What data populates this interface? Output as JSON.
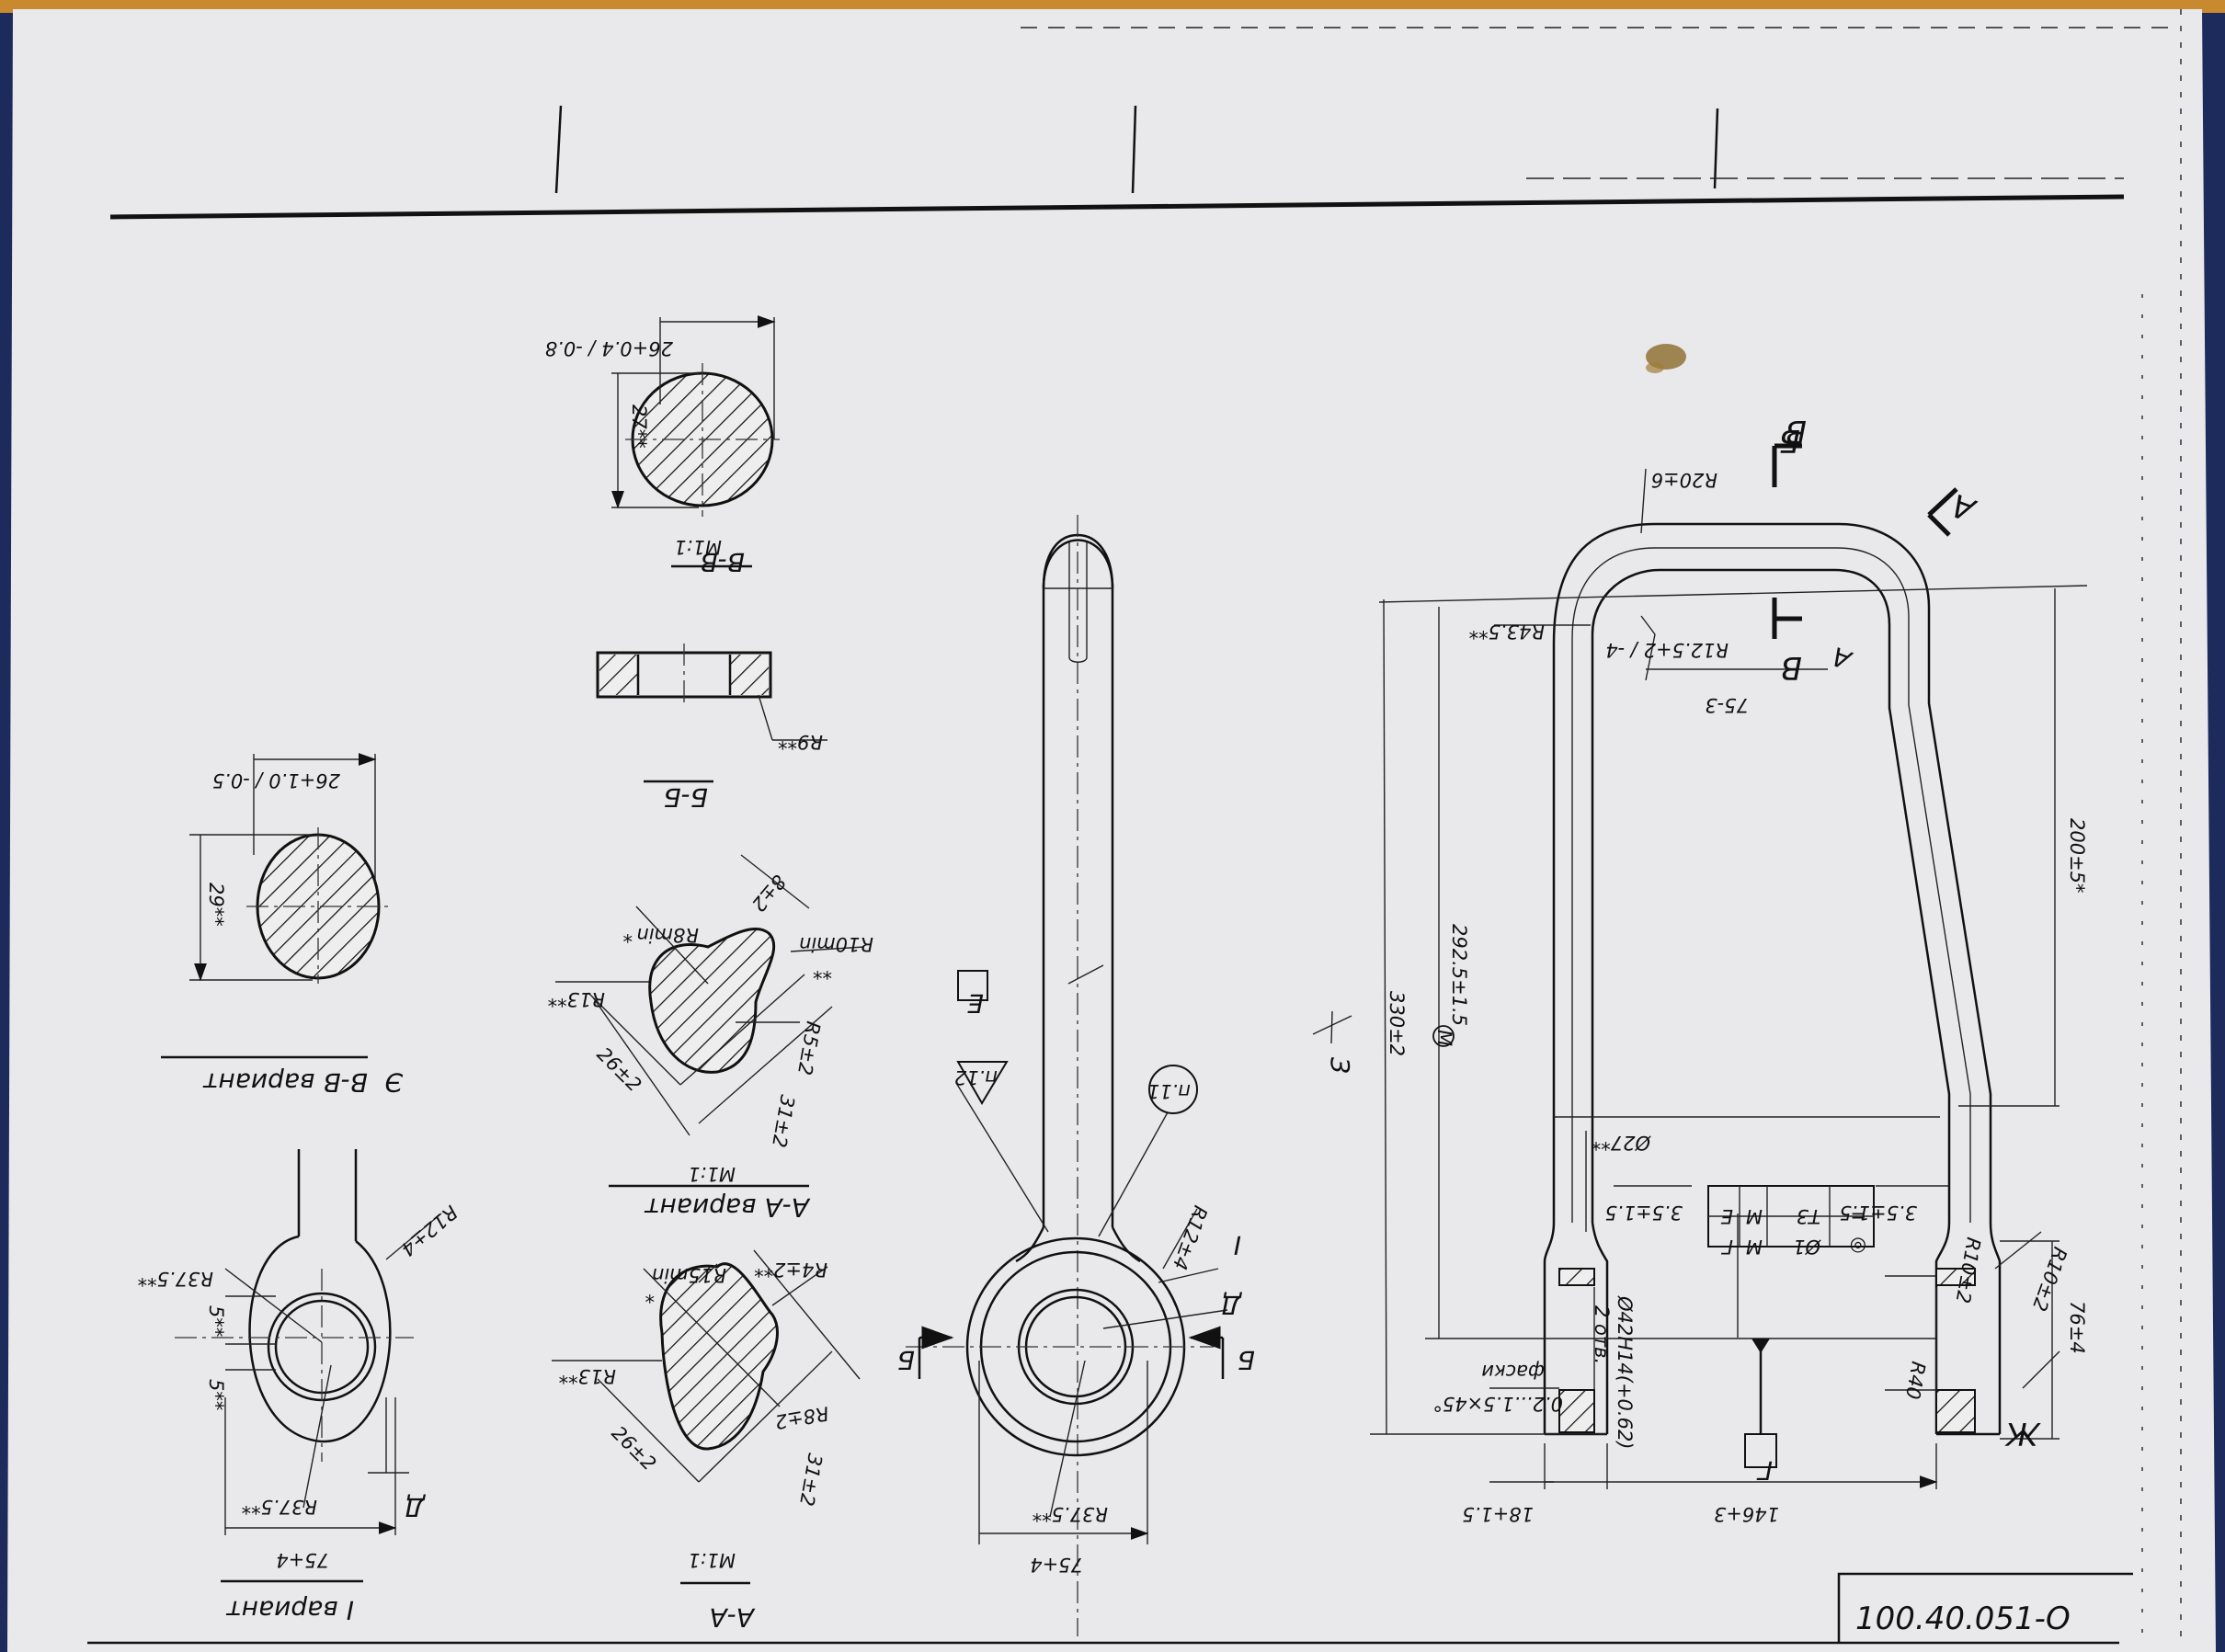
{
  "title_block": {
    "drawing_number": "100.40.051-О"
  },
  "colors": {
    "paper": "#e9e9eb",
    "ink": "#111111",
    "background_fabric": "#1d2a5c"
  },
  "views": {
    "variant_one": {
      "title": "I вариант",
      "dims": [
        "R37.5**",
        "R37.5**",
        "R12±4",
        "5**",
        "5**",
        "75+4",
        "Д"
      ]
    },
    "section_vv_variant": {
      "title": "В-В вариант",
      "marker": "Э",
      "dims": [
        "26+1.0 / -0.5",
        "29**"
      ]
    },
    "section_aa": {
      "title": "А-А",
      "scale": "М1:1",
      "dims": [
        "R4±2**",
        "R15min",
        "R13**",
        "R8±2",
        "26±2",
        "31±2",
        "*"
      ]
    },
    "section_aa_variant": {
      "title": "А-А вариант",
      "scale": "М1:1",
      "dims": [
        "R8min",
        "R10min",
        "R13**",
        "R5±2",
        "8±2",
        "26±2",
        "31±2",
        "*",
        "**"
      ]
    },
    "section_bb": {
      "title": "Б-Б",
      "dims": [
        "R9**"
      ]
    },
    "section_vv": {
      "title": "В-В",
      "scale": "М1:1",
      "dims": [
        "26+0.4 / -0.8",
        "27**"
      ]
    },
    "side_view": {
      "callouts": [
        "Е",
        "п.12",
        "п.11",
        "I",
        "Д",
        "Б",
        "Б"
      ],
      "dims": [
        "R12±4",
        "R37.5**",
        "75+4"
      ]
    },
    "front_view": {
      "callouts": [
        "Б",
        "В",
        "В",
        "А",
        "А",
        "Г",
        "Ж",
        "З"
      ],
      "dims": [
        "R20±6",
        "R43.5**",
        "R12.5+2 / -4",
        "75-3",
        "200±5*",
        "292.5±1.5",
        "М",
        "330±2",
        "Ø27**",
        "3.5±1.5",
        "3.5±1.5",
        "R10±2",
        "R10±2",
        "Ø42Н14(+0.62)",
        "2 отв.",
        "0.2...1.5×45°",
        "фаски",
        "R40",
        "76±4",
        "18+1.5",
        "146+3"
      ],
      "tolerance_frame": [
        "=",
        "Т3",
        "М",
        "Е",
        "◎",
        "Ø1",
        "М",
        "Г"
      ]
    }
  }
}
